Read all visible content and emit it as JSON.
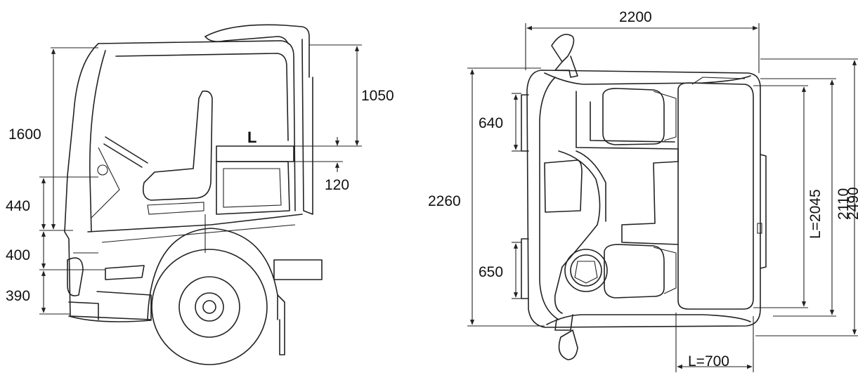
{
  "side_view": {
    "dim_cab_height": "1600",
    "dim_upper_step": "440",
    "dim_mid_step": "400",
    "dim_lower_step": "390",
    "dim_roof_to_bunk": "1050",
    "dim_bunk_label": "L",
    "dim_bunk_thickness": "120"
  },
  "top_view": {
    "dim_cab_width": "2200",
    "dim_cab_length": "2260",
    "dim_upper_section": "640",
    "dim_lower_section": "650",
    "dim_bunk_length": "L=2045",
    "dim_inner_length": "2110",
    "dim_overall_length": "2490",
    "dim_bunk_width": "L=700"
  },
  "colors": {
    "line": "#222222",
    "background": "#ffffff"
  }
}
